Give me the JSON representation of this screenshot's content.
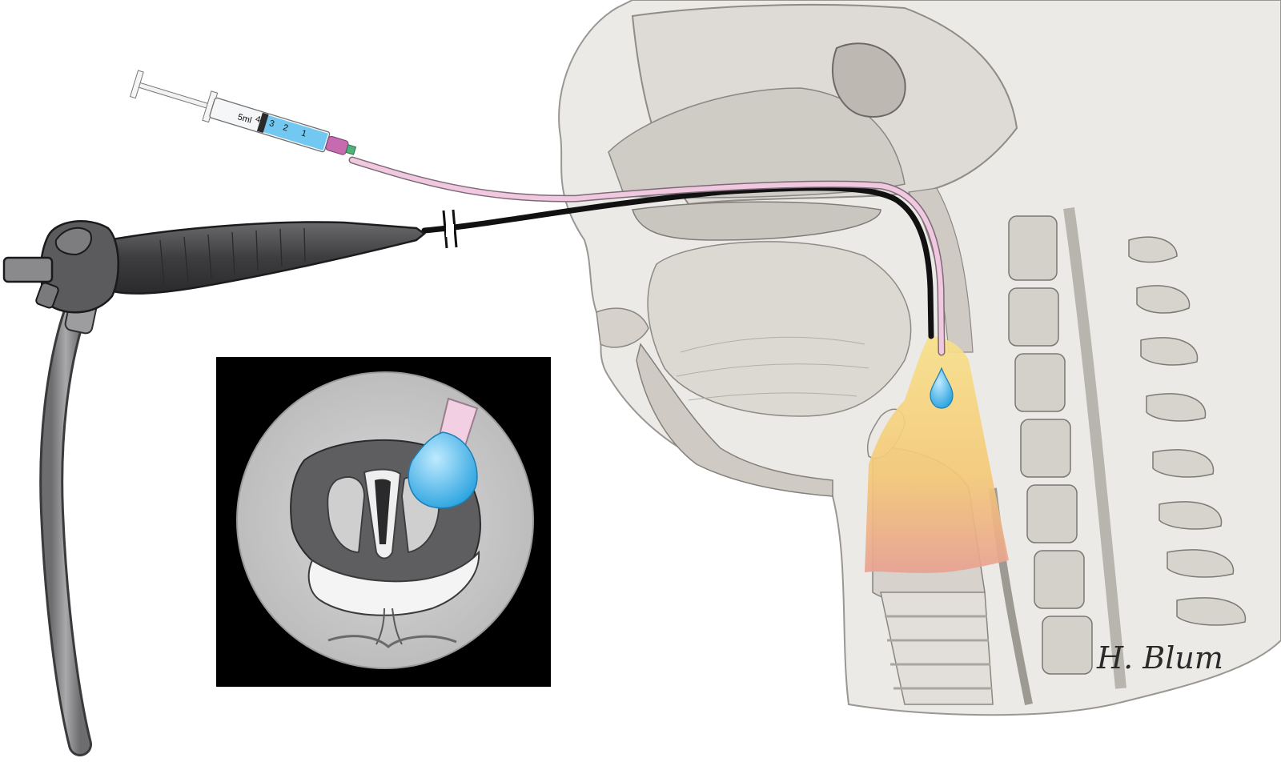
{
  "illustration": {
    "signature": "H. Blum",
    "syringe_scale": {
      "volume_label": "5ml",
      "marks": [
        "4",
        "3",
        "2",
        "1"
      ]
    },
    "icons": {
      "bronchoscope": "flexible-bronchoscope-icon",
      "syringe": "syringe-icon",
      "catheter": "spray-catheter-icon",
      "drop": "anesthetic-drop-icon",
      "inset": "endoscopic-view-icon"
    },
    "colors": {
      "background": "#ffffff",
      "anatomy_fill": "#e7e5e2",
      "bone": "#d9d6d2",
      "scope_body": "#4a4a4c",
      "scope_cable": "#8c8c8e",
      "catheter": "#f0c8df",
      "scope_insertion_tube": "#111111",
      "anesthetic": "#5bc0ee",
      "anesthetized_region": "#f6d878",
      "anesthetized_region_lower": "#eaa090",
      "inset_background": "#000000"
    }
  }
}
